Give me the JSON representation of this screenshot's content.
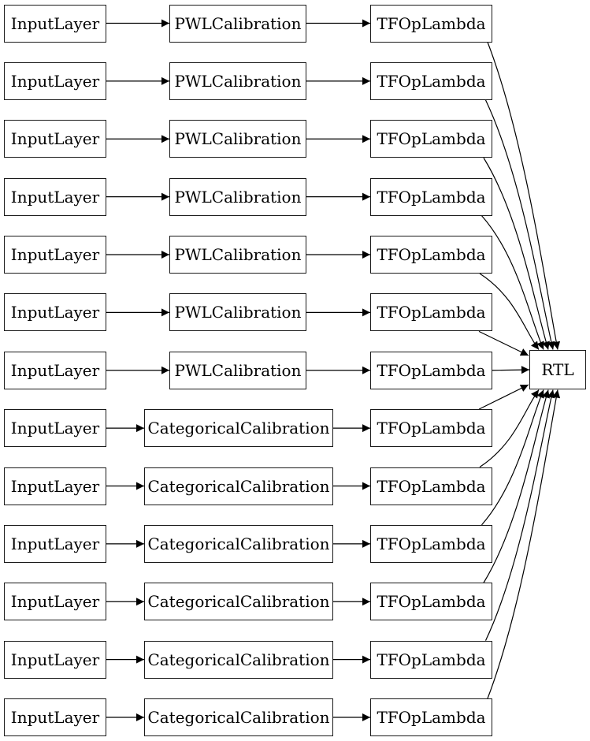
{
  "diagram": {
    "sink_label": "RTL",
    "rows": [
      {
        "input": "InputLayer",
        "calibration": "PWLCalibration",
        "lambda": "TFOpLambda"
      },
      {
        "input": "InputLayer",
        "calibration": "PWLCalibration",
        "lambda": "TFOpLambda"
      },
      {
        "input": "InputLayer",
        "calibration": "PWLCalibration",
        "lambda": "TFOpLambda"
      },
      {
        "input": "InputLayer",
        "calibration": "PWLCalibration",
        "lambda": "TFOpLambda"
      },
      {
        "input": "InputLayer",
        "calibration": "PWLCalibration",
        "lambda": "TFOpLambda"
      },
      {
        "input": "InputLayer",
        "calibration": "PWLCalibration",
        "lambda": "TFOpLambda"
      },
      {
        "input": "InputLayer",
        "calibration": "PWLCalibration",
        "lambda": "TFOpLambda"
      },
      {
        "input": "InputLayer",
        "calibration": "CategoricalCalibration",
        "lambda": "TFOpLambda"
      },
      {
        "input": "InputLayer",
        "calibration": "CategoricalCalibration",
        "lambda": "TFOpLambda"
      },
      {
        "input": "InputLayer",
        "calibration": "CategoricalCalibration",
        "lambda": "TFOpLambda"
      },
      {
        "input": "InputLayer",
        "calibration": "CategoricalCalibration",
        "lambda": "TFOpLambda"
      },
      {
        "input": "InputLayer",
        "calibration": "CategoricalCalibration",
        "lambda": "TFOpLambda"
      },
      {
        "input": "InputLayer",
        "calibration": "CategoricalCalibration",
        "lambda": "TFOpLambda"
      }
    ],
    "flow": [
      "input",
      "calibration",
      "lambda",
      "sink"
    ],
    "colors": {
      "background": "#ffffff",
      "node_fill": "#ffffff",
      "node_border": "#1a1a1a",
      "edge": "#000000",
      "text": "#000000"
    }
  }
}
